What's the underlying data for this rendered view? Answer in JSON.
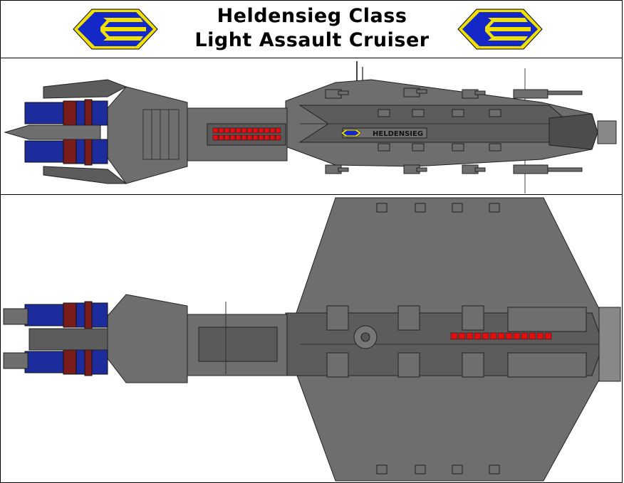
{
  "header": {
    "title_line_1": "Heldensieg Class",
    "title_line_2": "Light Assault Cruiser"
  },
  "side_view": {
    "hull_marking": "HELDENSIEG"
  },
  "colors": {
    "hull": "#6e6e6e",
    "hull_dark": "#4c4c4c",
    "engine_blue": "#1c2c9c",
    "engine_red": "#7a1c1c",
    "emblem_blue": "#1428c8",
    "emblem_yellow": "#f0e000",
    "light_red": "#e01010"
  },
  "icons": [
    "emblem-icon"
  ]
}
